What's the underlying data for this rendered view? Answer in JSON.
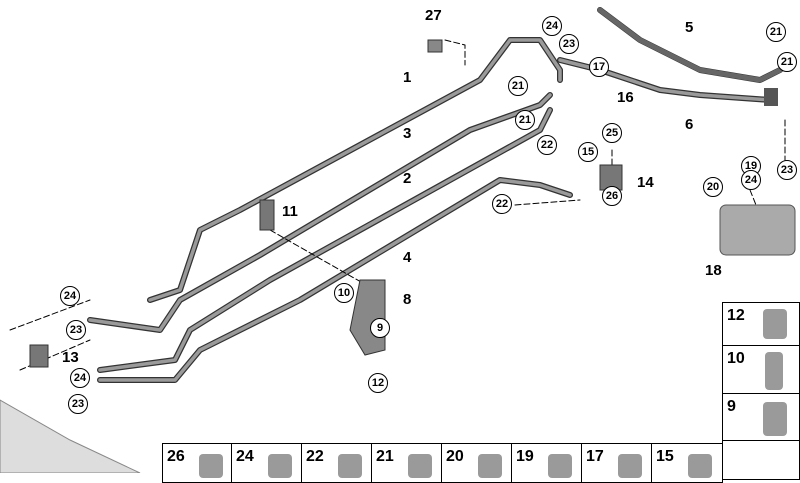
{
  "callouts": {
    "p27": "27",
    "p1": "1",
    "p3": "3",
    "p2": "2",
    "p4": "4",
    "p11": "11",
    "p8": "8",
    "p13": "13",
    "p5": "5",
    "p6": "6",
    "p16": "16",
    "p14": "14",
    "p18": "18"
  },
  "circled": [
    "24",
    "23",
    "21",
    "21",
    "21",
    "21",
    "17",
    "25",
    "22",
    "15",
    "26",
    "22",
    "19",
    "24",
    "20",
    "23",
    "24",
    "23",
    "10",
    "9",
    "12",
    "24",
    "23"
  ],
  "right_parts": [
    "12",
    "10",
    "9"
  ],
  "bottom_parts": [
    "26",
    "24",
    "22",
    "21",
    "20",
    "19",
    "17",
    "15"
  ],
  "colors": {
    "pipe": "#8c8c8c",
    "outline": "#333333"
  }
}
